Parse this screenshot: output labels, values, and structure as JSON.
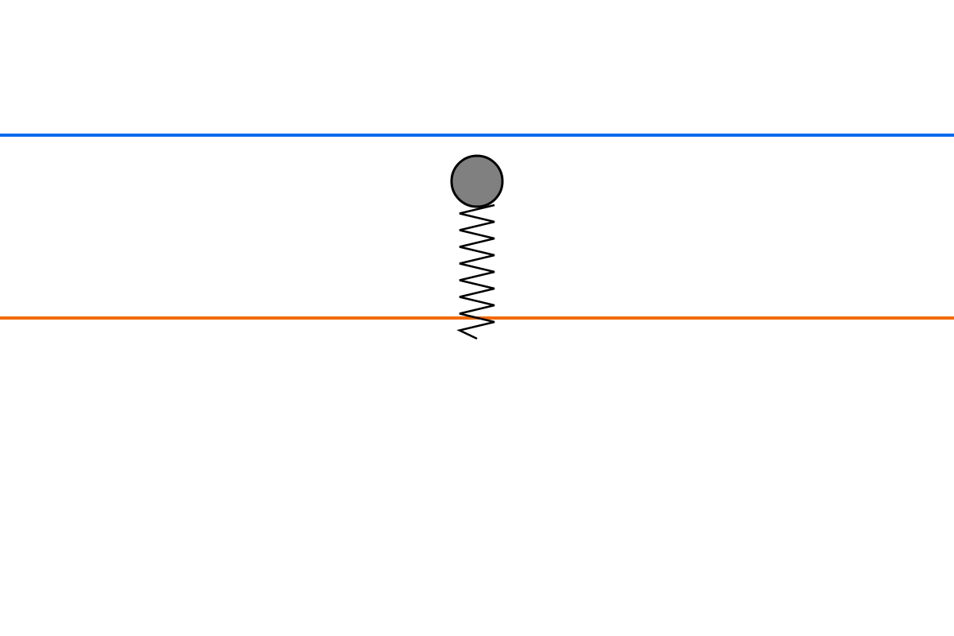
{
  "colors": {
    "background": "#ffffff",
    "upper_line": "#0a6aee",
    "lower_line": "#f26a0a",
    "spring": "#000000",
    "mass_fill": "#808080",
    "mass_stroke": "#000000"
  },
  "diagram": {
    "type": "mass-spring",
    "spring_coils": 8,
    "mass_shape": "circle"
  }
}
